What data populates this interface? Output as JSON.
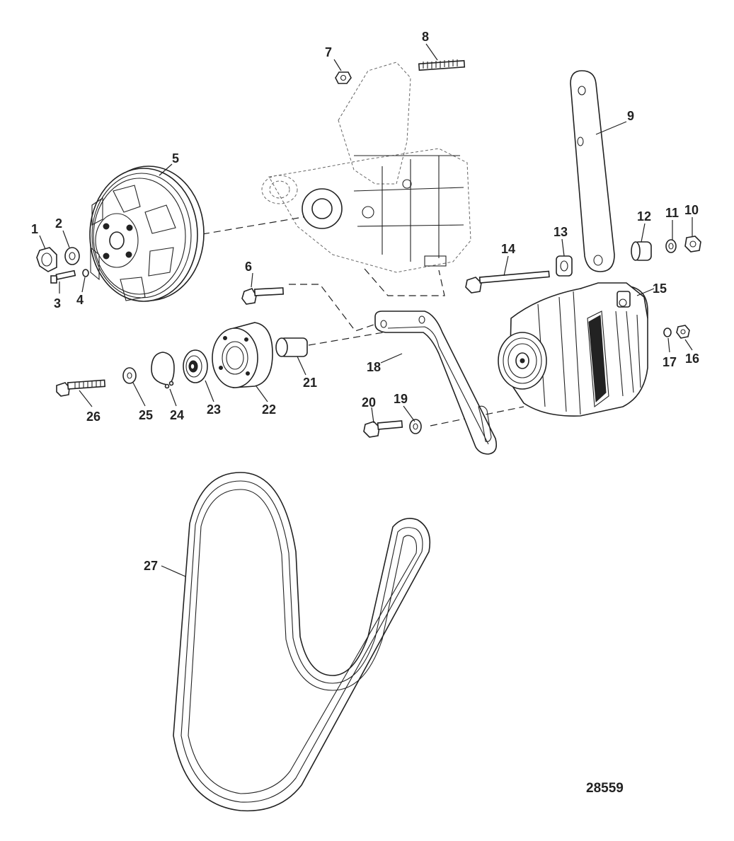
{
  "figure_number": "28559",
  "callouts": [
    "1",
    "2",
    "3",
    "4",
    "5",
    "6",
    "7",
    "8",
    "9",
    "10",
    "11",
    "12",
    "13",
    "14",
    "15",
    "16",
    "17",
    "18",
    "19",
    "20",
    "21",
    "22",
    "23",
    "24",
    "25",
    "26",
    "27"
  ]
}
